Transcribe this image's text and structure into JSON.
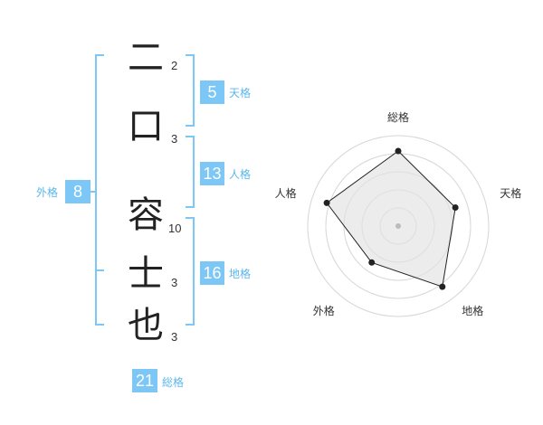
{
  "name": {
    "chars": [
      "二",
      "口",
      "容",
      "士",
      "也"
    ],
    "strokes": [
      "2",
      "3",
      "10",
      "3",
      "3"
    ]
  },
  "ten": {
    "value": "5",
    "label": "天格"
  },
  "jin": {
    "value": "13",
    "label": "人格"
  },
  "chi": {
    "value": "16",
    "label": "地格"
  },
  "gai": {
    "value": "8",
    "label": "外格"
  },
  "sou": {
    "value": "21",
    "label": "総格"
  },
  "colors": {
    "accent": "#7cc7f5",
    "label": "#5cb6ec"
  },
  "chart_data": {
    "type": "radar",
    "axes": [
      "総格",
      "天格",
      "地格",
      "外格",
      "人格"
    ],
    "scale_max": 5,
    "rings": 5,
    "values": [
      5,
      4,
      5,
      3,
      5
    ]
  }
}
